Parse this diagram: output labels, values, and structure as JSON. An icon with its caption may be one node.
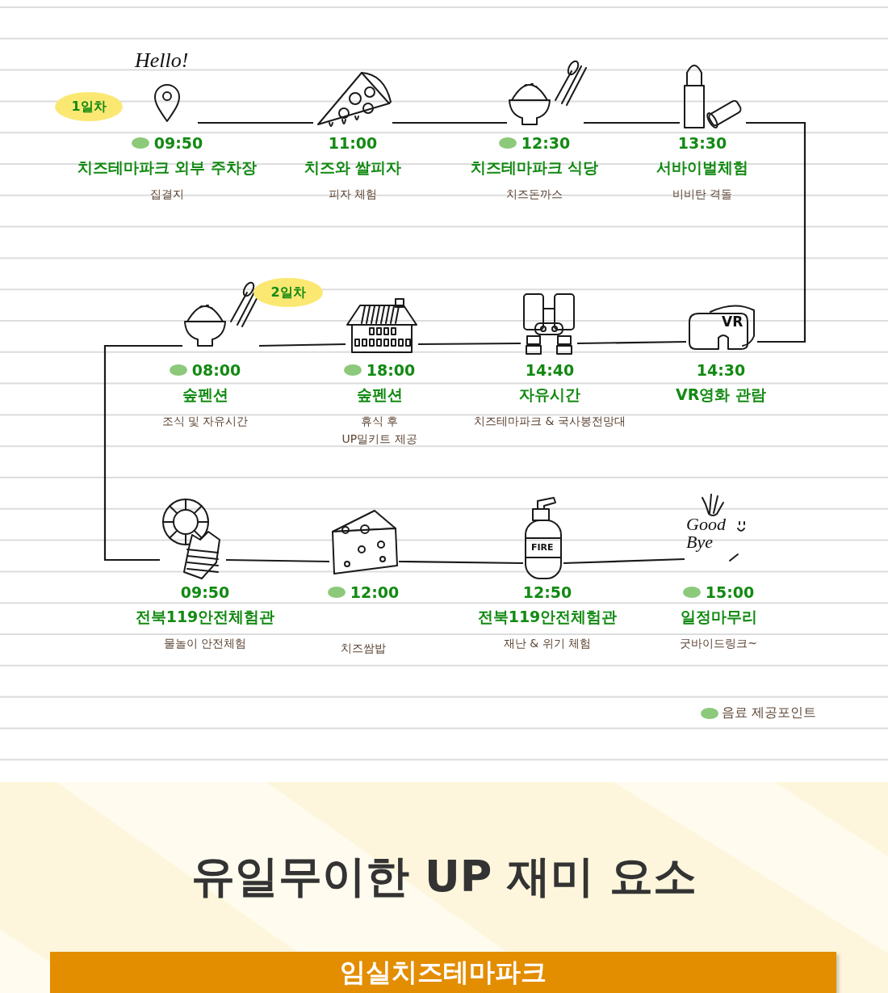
{
  "diagram": {
    "nodes": [
      {
        "text": [
          "Hello!"
        ],
        "beside": [
          "09:50",
          "치즈테마파크 외부 주차장",
          "집결지"
        ]
      },
      {
        "text": [],
        "shape": "picture",
        "beside": [
          "11:00",
          "치즈와 쌀피자",
          "피자 체험"
        ]
      },
      {
        "text": [],
        "shape": "picture",
        "beside": [
          "12:30",
          "치즈테마파크 식당",
          "치즈돈까스"
        ]
      },
      {
        "text": [],
        "shape": "picture",
        "beside": [
          "13:30",
          "서바이벌체험",
          "비비탄 격돌"
        ]
      },
      {
        "text": [],
        "shape": "picture",
        "beside": [
          "08:00",
          "숲펜션",
          "조식 및 자유시간"
        ]
      },
      {
        "text": [],
        "shape": "picture",
        "beside": [
          "18:00",
          "숲펜션",
          "휴식 후 UP밀키트 제공"
        ]
      },
      {
        "text": [],
        "shape": "picture",
        "beside": [
          "14:40",
          "자유시간",
          "치즈테마파크 & 국사봉전망대"
        ]
      },
      {
        "text": [
          "VR"
        ],
        "beside": [
          "14:30",
          "VR영화 관람"
        ]
      },
      {
        "text": [],
        "shape": "picture",
        "beside": [
          "09:50",
          "전북119안전체험관",
          "물놀이 안전체험"
        ]
      },
      {
        "text": [],
        "shape": "picture",
        "beside": [
          "12:00",
          "치즈쌈밥"
        ]
      },
      {
        "text": [
          "FIRE"
        ],
        "beside": [
          "12:50",
          "전북119안전체험관",
          "재난 & 위기 체험"
        ]
      },
      {
        "text": [
          "Good Bye"
        ],
        "beside": [
          "15:00",
          "일정마무리",
          "굿바이드링크~"
        ]
      }
    ],
    "edges": [
      {
        "from": 0,
        "to": 1,
        "arrow": "none"
      },
      {
        "from": 1,
        "to": 2,
        "arrow": "none"
      },
      {
        "from": 2,
        "to": 3,
        "arrow": "none"
      },
      {
        "from": 3,
        "to": 7,
        "arrow": "none"
      },
      {
        "from": 7,
        "to": 6,
        "arrow": "none"
      },
      {
        "from": 6,
        "to": 5,
        "arrow": "none"
      },
      {
        "from": 5,
        "to": 4,
        "arrow": "none"
      },
      {
        "from": 4,
        "to": 8,
        "arrow": "none"
      },
      {
        "from": 8,
        "to": 9,
        "arrow": "none"
      },
      {
        "from": 9,
        "to": 10,
        "arrow": "none"
      },
      {
        "from": 10,
        "to": 11,
        "arrow": "none"
      }
    ],
    "labels": [
      "1일차",
      "2일차",
      "유일무이한 UP 재미 요소",
      "임실치즈테마파크"
    ],
    "legend": [
      {
        "text": "음료 제공포인트",
        "color": "#8cc97a"
      }
    ]
  }
}
